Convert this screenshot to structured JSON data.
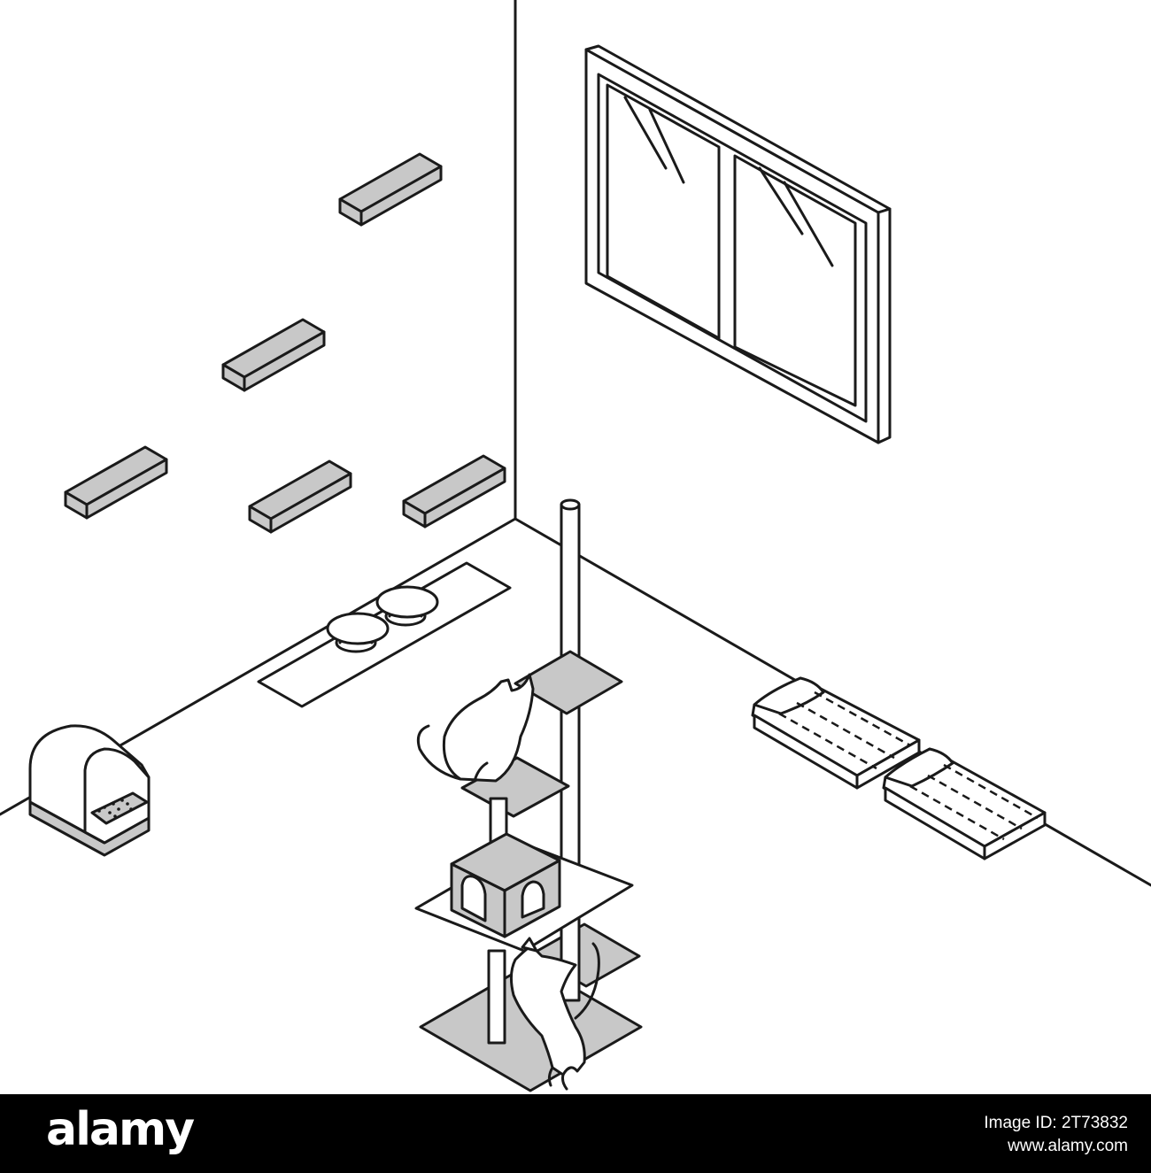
{
  "footer": {
    "brand": "alamy",
    "image_id_label": "Image ID: 2T73832",
    "site": "www.alamy.com"
  },
  "colors": {
    "line": "#1a1a1a",
    "fill_gray": "#c8c8c8",
    "background": "#ffffff",
    "footer_bg": "#000000"
  }
}
